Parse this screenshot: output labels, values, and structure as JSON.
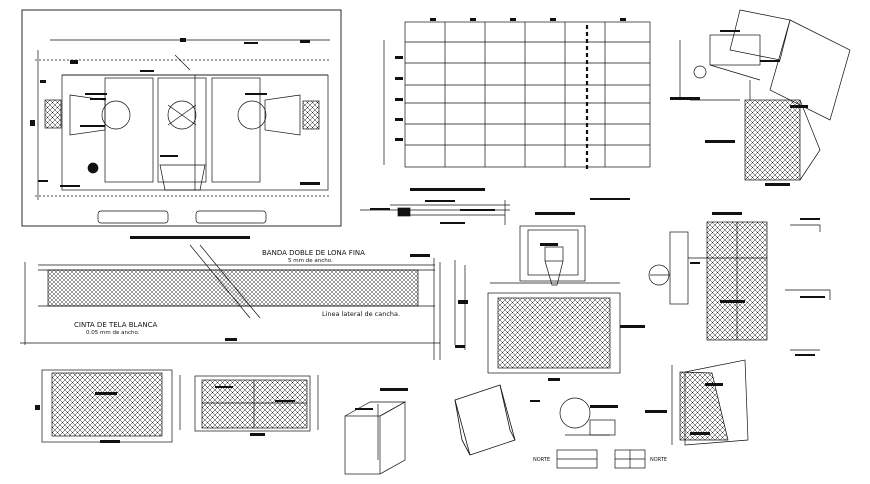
{
  "drawing": {
    "colors": {
      "background": "#ffffff",
      "line": "#111111",
      "hatch": "#222222"
    },
    "net_detail": {
      "top_band_label": "BANDA DOBLE DE LONA FINA",
      "top_band_width": "5 mm de ancho.",
      "bottom_tape_label": "CINTA DE TELA BLANCA",
      "bottom_tape_width": "0.05 mm de ancho.",
      "court_line_label": "Linea lateral de cancha."
    },
    "north_labels": [
      "NORTE",
      "NORTE"
    ]
  }
}
